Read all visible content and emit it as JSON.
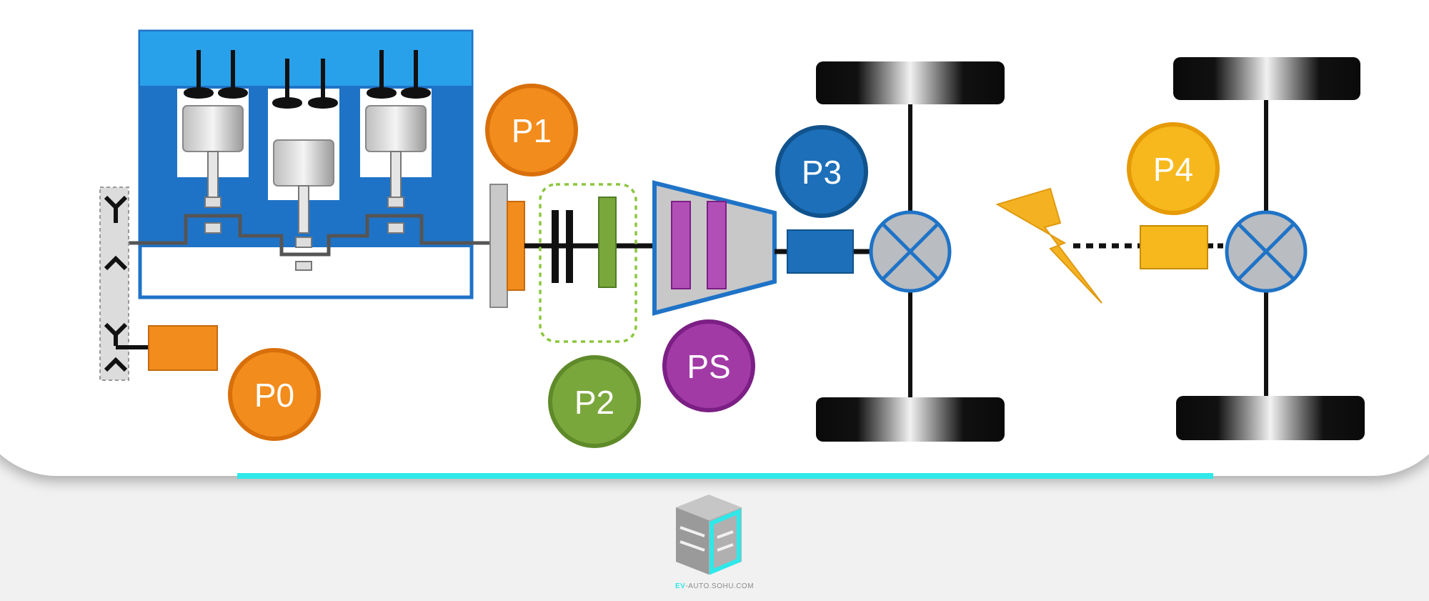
{
  "positions": [
    {
      "id": "p0",
      "label": "P0",
      "color": "#f28c1c",
      "ring": "#d86f0a"
    },
    {
      "id": "p1",
      "label": "P1",
      "color": "#f28c1c",
      "ring": "#d86f0a"
    },
    {
      "id": "p2",
      "label": "P2",
      "color": "#7aa73b",
      "ring": "#5f8a2a"
    },
    {
      "id": "ps",
      "label": "PS",
      "color": "#a23aa6",
      "ring": "#7c1f85"
    },
    {
      "id": "p3",
      "label": "P3",
      "color": "#1c6fb8",
      "ring": "#10528c"
    },
    {
      "id": "p4",
      "label": "P4",
      "color": "#f6b81c",
      "ring": "#e69a05"
    }
  ],
  "colors": {
    "engine_blue": "#1f73c7",
    "engine_top": "#29a0ea",
    "accent_line": "#2ee8ea",
    "lightning": "#f4b223"
  },
  "icons": [
    "lightning-icon",
    "differential-icon",
    "logo-icon"
  ],
  "logo": {
    "caption_highlight": "EV",
    "caption_rest": "-AUTO.SOHU.COM"
  }
}
